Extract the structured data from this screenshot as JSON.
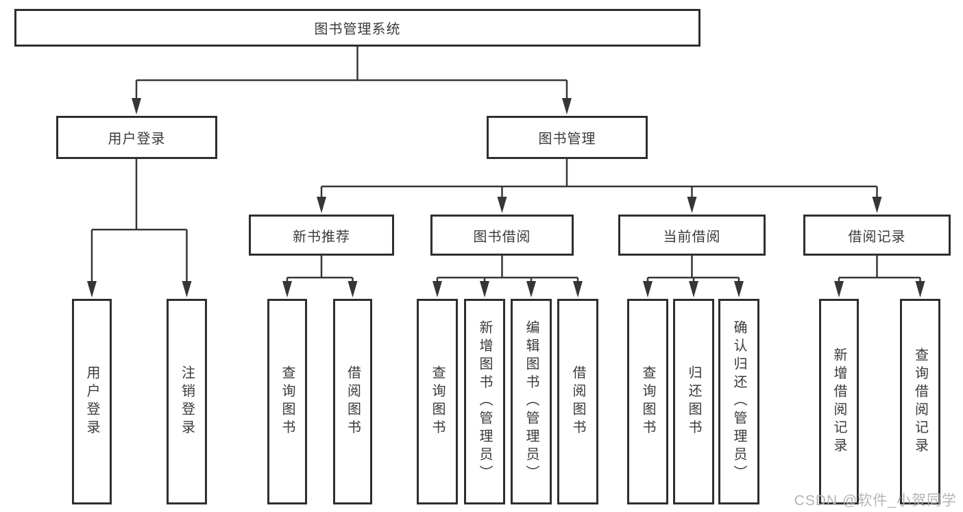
{
  "diagram": {
    "title_node": "图书管理系统",
    "nodes": {
      "root": "图书管理系统",
      "user_login": "用户登录",
      "book_management": "图书管理",
      "new_book_recommend": "新书推荐",
      "book_borrow": "图书借阅",
      "current_borrow": "当前借阅",
      "borrow_record": "借阅记录",
      "leaf_user_login": "用户登录",
      "leaf_logout": "注销登录",
      "leaf_query_book_1": "查询图书",
      "leaf_borrow_book_1": "借阅图书",
      "leaf_query_book_2": "查询图书",
      "leaf_add_book_admin": "新增图书（管理员）",
      "leaf_edit_book_admin": "编辑图书（管理员）",
      "leaf_borrow_book_2": "借阅图书",
      "leaf_query_book_3": "查询图书",
      "leaf_return_book": "归还图书",
      "leaf_confirm_return_admin": "确认归还（管理员）",
      "leaf_add_borrow_record": "新增借阅记录",
      "leaf_query_borrow_record": "查询借阅记录"
    },
    "hierarchy": {
      "root": [
        "用户登录",
        "图书管理"
      ],
      "用户登录": [
        "用户登录",
        "注销登录"
      ],
      "图书管理": [
        "新书推荐",
        "图书借阅",
        "当前借阅",
        "借阅记录"
      ],
      "新书推荐": [
        "查询图书",
        "借阅图书"
      ],
      "图书借阅": [
        "查询图书",
        "新增图书（管理员）",
        "编辑图书（管理员）",
        "借阅图书"
      ],
      "当前借阅": [
        "查询图书",
        "归还图书",
        "确认归还（管理员）"
      ],
      "借阅记录": [
        "新增借阅记录",
        "查询借阅记录"
      ]
    },
    "colors": {
      "line": "#363636",
      "box_border": "#2e2e2e",
      "box_fill": "#ffffff",
      "text": "#3a3a3a",
      "watermark": "#b4b4ba",
      "background": "#ffffff"
    }
  },
  "watermark": "CSDN @软件_小贺同学"
}
